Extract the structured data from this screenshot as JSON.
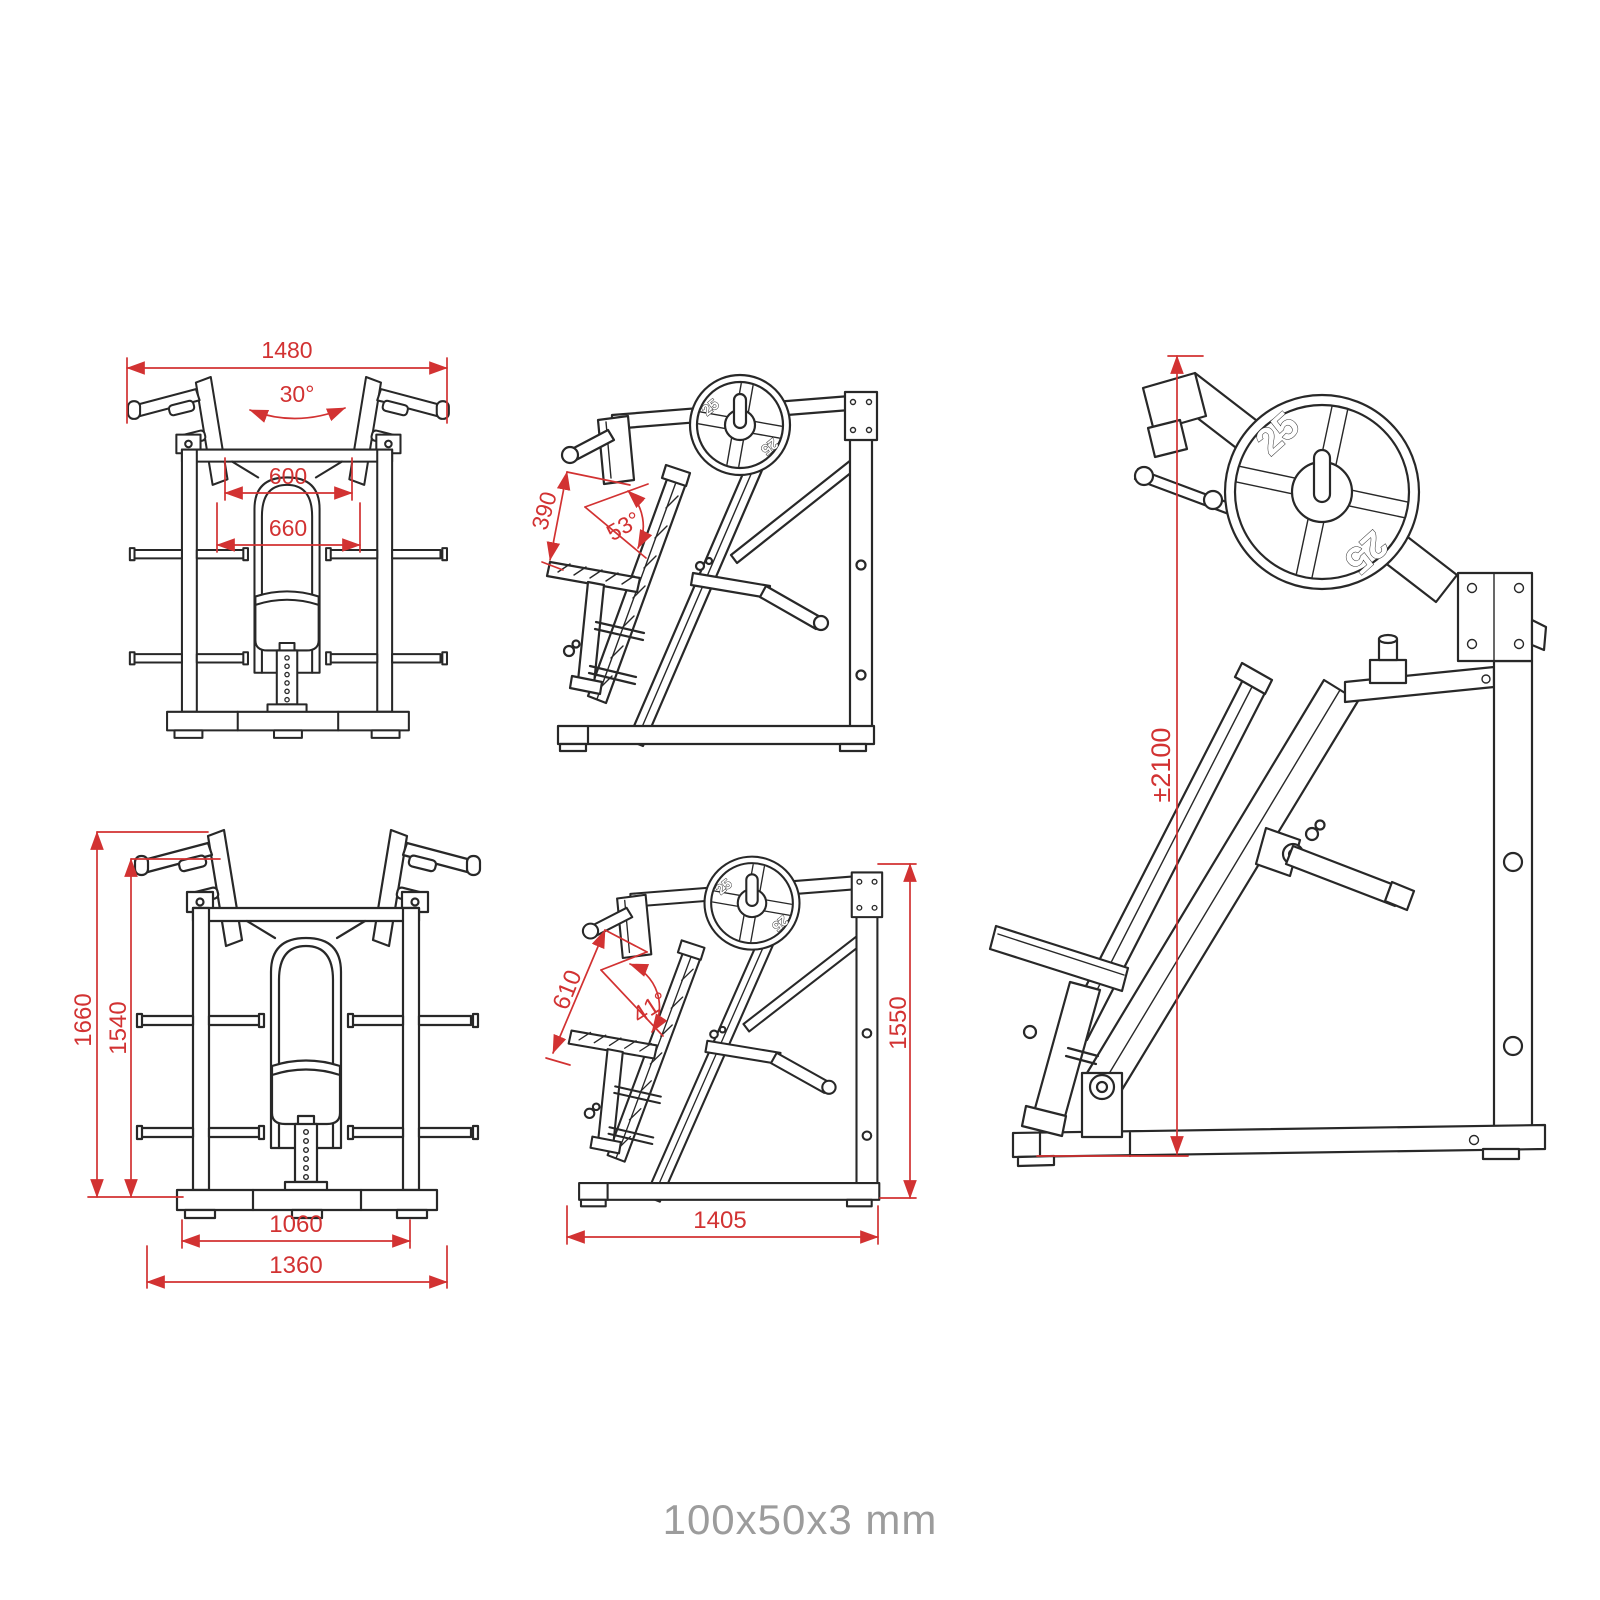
{
  "drawing": {
    "footer_note": "100x50x3 mm",
    "plate_label": "25",
    "colors": {
      "line": "#282828",
      "dimension": "#d23232",
      "footer": "#9c9c9c",
      "background": "#ffffff"
    },
    "views": {
      "front_top": {
        "label": "front-view-upper",
        "overall_width": "1480",
        "arm_angle": "30°",
        "handle_spacing_inner": "600",
        "handle_spacing_outer": "660"
      },
      "side_top": {
        "label": "side-view-upper",
        "backrest_length": "390",
        "backrest_angle": "53°"
      },
      "side_large": {
        "label": "side-view-large",
        "overall_height": "±2100"
      },
      "front_bottom": {
        "label": "front-view-lower",
        "overall_height": "1660",
        "frame_height": "1540",
        "base_width_inner": "1060",
        "base_width_overall": "1360"
      },
      "side_bottom": {
        "label": "side-view-lower",
        "backrest_length": "610",
        "backrest_angle": "41°",
        "frame_height": "1550",
        "base_depth": "1405"
      }
    }
  }
}
